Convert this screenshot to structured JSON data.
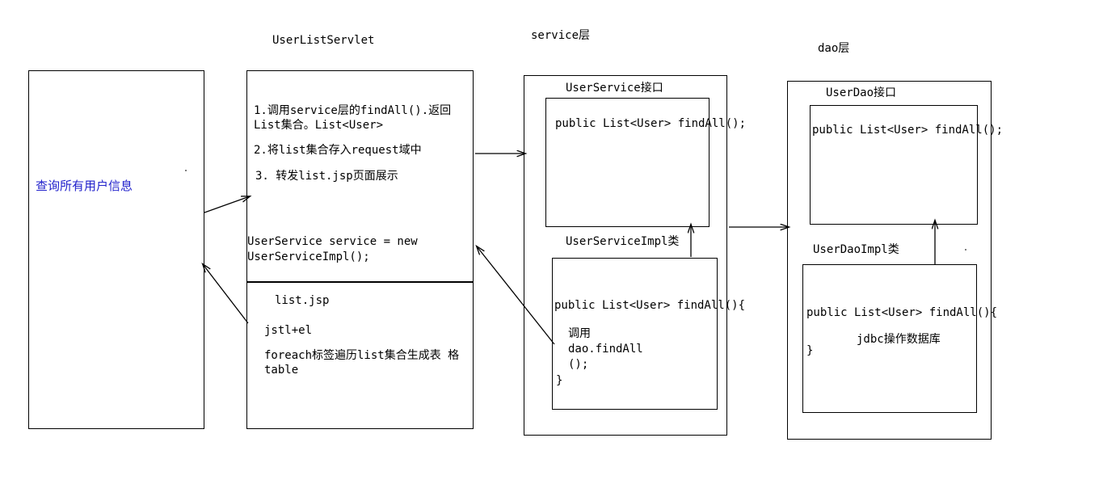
{
  "diagram": {
    "title": "UserListServlet three-layer architecture flow",
    "layer_labels": [
      {
        "id": "servlet-layer-label",
        "text": "UserListServlet"
      },
      {
        "id": "service-layer-label",
        "text": "service层"
      },
      {
        "id": "dao-layer-label",
        "text": "dao层"
      }
    ],
    "request_box": {
      "label": "查询所有用户信息",
      "color": "#2222cc"
    },
    "servlet_box": {
      "steps": [
        "1.调用service层的findAll().返回\nList集合。List<User>",
        "2.将list集合存入request域中",
        "3. 转发list.jsp页面展示"
      ],
      "code": "UserService service = new\nUserServiceImpl();"
    },
    "jsp_box": {
      "file": "list.jsp",
      "tech": "jstl+el",
      "description": "foreach标签遍历list集合生成表\n格table"
    },
    "service_layer": {
      "interface_title": "UserService接口",
      "interface_code": "public List<User> findAll();",
      "impl_title": "UserServiceImpl类",
      "impl_code_line1": "public List<User> findAll(){",
      "impl_code_body": "调用\ndao.findAll\n();",
      "impl_code_close": "}"
    },
    "dao_layer": {
      "interface_title": "UserDao接口",
      "interface_code": "public List<User> findAll();",
      "impl_title": "UserDaoImpl类",
      "impl_code_line1": "public List<User> findAll(){",
      "impl_code_body": "jdbc操作数据库",
      "impl_code_close": "}"
    },
    "arrows": [
      {
        "id": "arrow-request-to-servlet",
        "from": "request-box",
        "to": "servlet-box"
      },
      {
        "id": "arrow-jsp-to-request",
        "from": "jsp-box",
        "to": "request-box"
      },
      {
        "id": "arrow-servlet-to-service",
        "from": "servlet-box",
        "to": "service-layer-box"
      },
      {
        "id": "arrow-serviceimpl-to-servlet",
        "from": "service-impl-box",
        "to": "servlet-box"
      },
      {
        "id": "arrow-serviceimpl-to-interface",
        "from": "service-impl-box",
        "to": "service-interface-box"
      },
      {
        "id": "arrow-service-to-dao",
        "from": "service-layer-box",
        "to": "dao-layer-box"
      },
      {
        "id": "arrow-daoimpl-to-interface",
        "from": "dao-impl-box",
        "to": "dao-interface-box"
      }
    ]
  }
}
